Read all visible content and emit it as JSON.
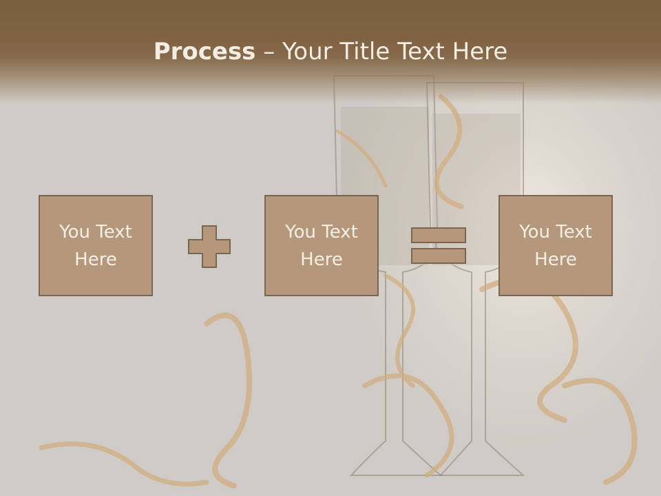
{
  "title": {
    "bold": "Process",
    "rest": " – Your Title Text Here"
  },
  "boxes": [
    {
      "text": "You Text Here"
    },
    {
      "text": "You Text Here"
    },
    {
      "text": "You Text Here"
    }
  ],
  "colors": {
    "title_band": "#7e6242",
    "box_fill": "#b5977b",
    "box_border": "#7a6650",
    "operator_fill": "#b5977b",
    "text": "#f6efe6"
  },
  "icons": {
    "plus": "plus-icon",
    "equals": "equals-icon"
  }
}
